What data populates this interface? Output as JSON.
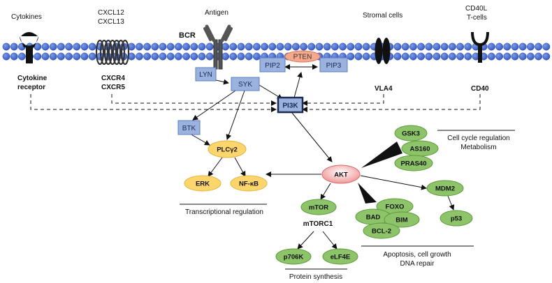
{
  "labels": {
    "cytokines": "Cytokines",
    "cxcl12": "CXCL12",
    "cxcl13": "CXCL13",
    "antigen": "Antigen",
    "bcr": "BCR",
    "stromal": "Stromal cells",
    "cd40l": "CD40L",
    "tcells": "T-cells",
    "cytokine_receptor_1": "Cytokine",
    "cytokine_receptor_2": "receptor",
    "cxcr4": "CXCR4",
    "cxcr5": "CXCR5",
    "vla4": "VLA4",
    "cd40": "CD40",
    "mtorc1": "mTORC1"
  },
  "boxes": {
    "lyn": "LYN",
    "syk": "SYK",
    "pip2": "PIP2",
    "pip3": "PIP3",
    "pi3k": "PI3K",
    "btk": "BTK"
  },
  "nodes": {
    "pten": "PTEN",
    "plcy2": "PLCγ2",
    "erk": "ERK",
    "nfkb": "NF-κB",
    "akt": "AKT",
    "gsk3": "GSK3",
    "as160": "AS160",
    "pras40": "PRAS40",
    "mdm2": "MDM2",
    "p53": "p53",
    "mtor": "mTOR",
    "p706k": "p706K",
    "elf4e": "eLF4E",
    "foxo": "FOXO",
    "bad": "BAD",
    "bim": "BIM",
    "bcl2": "BCL-2"
  },
  "captions": {
    "cell_cycle_1": "Cell cycle regulation",
    "cell_cycle_2": "Metabolism",
    "transcriptional": "Transcriptional regulation",
    "apoptosis_1": "Apoptosis, cell growth",
    "apoptosis_2": "DNA repair",
    "protein_synthesis": "Protein synthesis"
  },
  "colors": {
    "membrane_bead": "#4a72d8",
    "box_fill": "#9bb2df",
    "box_stroke": "#5b7fc0",
    "green_fill": "#8dc46a",
    "green_stroke": "#5e9a3c",
    "orange_fill": "#fcd66c",
    "orange_stroke": "#e0b540",
    "akt_fill": "#f5b0b0",
    "akt_stroke": "#d46a6a",
    "pten_fill": "#f6a88c"
  }
}
